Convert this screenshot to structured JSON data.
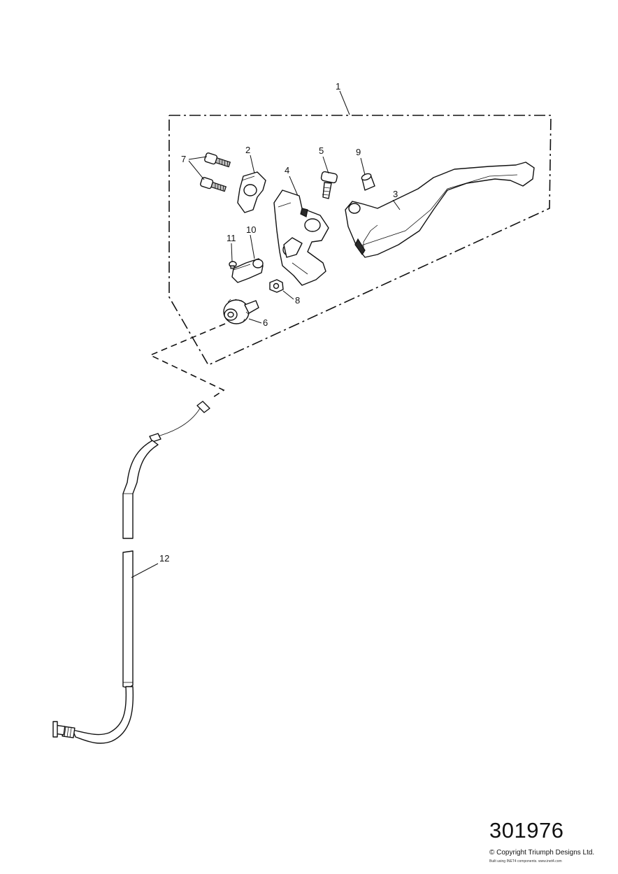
{
  "callouts": {
    "c1": "1",
    "c2": "2",
    "c3": "3",
    "c4": "4",
    "c5": "5",
    "c6": "6",
    "c7": "7",
    "c8": "8",
    "c9": "9",
    "c10": "10",
    "c11": "11",
    "c12": "12"
  },
  "footer": {
    "diagram_number": "301976",
    "copyright": "© Copyright Triumph Designs Ltd.",
    "credit": "Built using INET4 components. www.inet4.com"
  }
}
